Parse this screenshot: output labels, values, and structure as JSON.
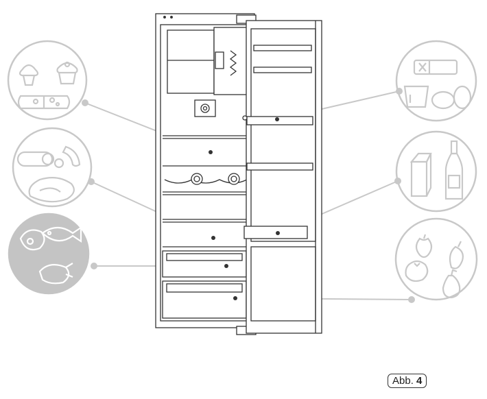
{
  "figure_label": {
    "prefix": "Abb.",
    "number": "4"
  },
  "colors": {
    "outline": "#333333",
    "icon_circle": "#c8c8c8",
    "icon_circle_filled": "#c4c4c4",
    "leader_line": "#c8c8c8"
  },
  "zones": [
    {
      "id": "top-shelf",
      "icons": [
        "muffin-icon",
        "cupcake-icon",
        "cheese-icon"
      ]
    },
    {
      "id": "middle-shelf",
      "icons": [
        "sausage-icon",
        "salami-icon",
        "ham-icon"
      ]
    },
    {
      "id": "lower-drawer",
      "icons": [
        "fish-icon",
        "steak-icon",
        "chicken-icon"
      ],
      "highlighted": true
    },
    {
      "id": "door-upper",
      "icons": [
        "butter-icon",
        "yogurt-icon",
        "egg-icon"
      ]
    },
    {
      "id": "door-lower",
      "icons": [
        "milk-carton-icon",
        "bottle-icon"
      ]
    },
    {
      "id": "crisper",
      "icons": [
        "apple-icon",
        "pepper-icon",
        "tomato-icon",
        "pear-icon"
      ]
    }
  ]
}
